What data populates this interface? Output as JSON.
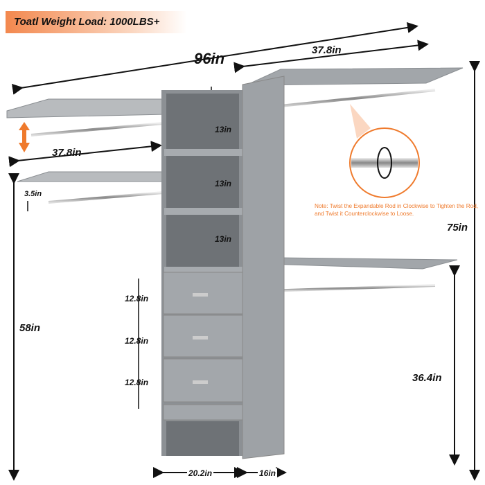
{
  "badge": {
    "text": "Toatl Weight Load: 1000LBS+"
  },
  "dimensions": {
    "total_width": "96in",
    "right_shelf_width": "37.8in",
    "left_shelf_width": "37.8in",
    "shelf_gap": "3.5in",
    "cubby_1": "13in",
    "cubby_2": "13in",
    "cubby_3": "13in",
    "drawer_1": "12.8in",
    "drawer_2": "12.8in",
    "drawer_3": "12.8in",
    "total_height": "75in",
    "lower_left_height": "58in",
    "lower_right_height": "36.4in",
    "tower_width": "20.2in",
    "side_column_width": "16in"
  },
  "note": "Note: Twist the Expandable Rod in Clockwise to Tighten the Rod, and Twist it Counterclockwise to Loose.",
  "colors": {
    "accent": "#ef7a2c",
    "panel": "#9a9ea2",
    "panel_dark": "#7d8185"
  }
}
